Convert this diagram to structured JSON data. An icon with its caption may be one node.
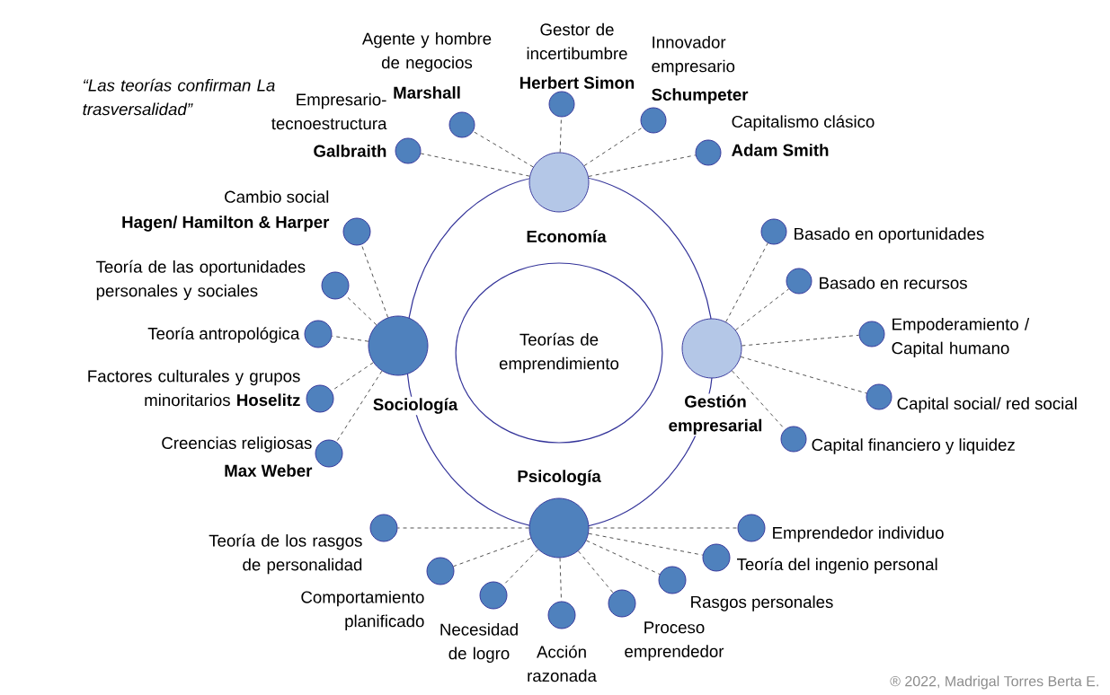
{
  "diagram": {
    "nodes": [
      {
        "text": [
          "Teorías de emprendimiento"
        ]
      },
      {
        "text": [
          "Economía"
        ]
      },
      {
        "text": [],
        "shape": "circle",
        "beside": [
          "Empresario- tecnoestructura",
          "Galbraith"
        ]
      },
      {
        "text": [],
        "shape": "circle",
        "beside": [
          "Agente y hombre de negocios",
          "Marshall"
        ]
      },
      {
        "text": [],
        "shape": "circle",
        "beside": [
          "Gestor de incertibumbre",
          "Herbert Simon"
        ]
      },
      {
        "text": [],
        "shape": "circle",
        "beside": [
          "Innovador empresario",
          "Schumpeter"
        ]
      },
      {
        "text": [],
        "shape": "circle",
        "beside": [
          "Capitalismo clásico",
          "Adam Smith"
        ]
      },
      {
        "text": [
          "Sociología"
        ]
      },
      {
        "text": [],
        "shape": "circle",
        "beside": [
          "Cambio social",
          "Hagen/ Hamilton & Harper"
        ]
      },
      {
        "text": [],
        "shape": "circle",
        "beside": [
          "Teoría de las oportunidades personales y sociales"
        ]
      },
      {
        "text": [],
        "shape": "circle",
        "beside": [
          "Teoría antropológica"
        ]
      },
      {
        "text": [],
        "shape": "circle",
        "beside": [
          "Factores culturales y grupos minoritarios **Hoselitz**"
        ]
      },
      {
        "text": [],
        "shape": "circle",
        "beside": [
          "Creencias religiosas",
          "Max Weber"
        ]
      },
      {
        "text": [
          "Gestión empresarial"
        ]
      },
      {
        "text": [],
        "shape": "circle",
        "beside": [
          "Basado en oportunidades"
        ]
      },
      {
        "text": [],
        "shape": "circle",
        "beside": [
          "Basado en recursos"
        ]
      },
      {
        "text": [],
        "shape": "circle",
        "beside": [
          "Empoderamiento / Capital humano"
        ]
      },
      {
        "text": [],
        "shape": "circle",
        "beside": [
          "Capital social/ red social"
        ]
      },
      {
        "text": [],
        "shape": "circle",
        "beside": [
          "Capital financiero y liquidez"
        ]
      },
      {
        "text": [
          "Psicología"
        ]
      },
      {
        "text": [],
        "shape": "circle",
        "beside": [
          "Teoría de los rasgos de personalidad"
        ]
      },
      {
        "text": [],
        "shape": "circle",
        "beside": [
          "Comportamiento planificado"
        ]
      },
      {
        "text": [],
        "shape": "circle",
        "beside": [
          "Necesidad de logro"
        ]
      },
      {
        "text": [],
        "shape": "circle",
        "beside": [
          "Acción razonada"
        ]
      },
      {
        "text": [],
        "shape": "circle",
        "beside": [
          "Proceso emprendedor"
        ]
      },
      {
        "text": [],
        "shape": "circle",
        "beside": [
          "Rasgos personales"
        ]
      },
      {
        "text": [],
        "shape": "circle",
        "beside": [
          "Teoría del ingenio personal"
        ]
      },
      {
        "text": [],
        "shape": "circle",
        "beside": [
          "Emprendedor individuo"
        ]
      }
    ],
    "edges": [
      {
        "from": 1,
        "to": 2,
        "arrow": "none",
        "style": "dashed"
      },
      {
        "from": 1,
        "to": 3,
        "arrow": "none",
        "style": "dashed"
      },
      {
        "from": 1,
        "to": 4,
        "arrow": "none",
        "style": "dashed"
      },
      {
        "from": 1,
        "to": 5,
        "arrow": "none",
        "style": "dashed"
      },
      {
        "from": 1,
        "to": 6,
        "arrow": "none",
        "style": "dashed"
      },
      {
        "from": 7,
        "to": 8,
        "arrow": "none",
        "style": "dashed"
      },
      {
        "from": 7,
        "to": 9,
        "arrow": "none",
        "style": "dashed"
      },
      {
        "from": 7,
        "to": 10,
        "arrow": "none",
        "style": "dashed"
      },
      {
        "from": 7,
        "to": 11,
        "arrow": "none",
        "style": "dashed"
      },
      {
        "from": 7,
        "to": 12,
        "arrow": "none",
        "style": "dashed"
      },
      {
        "from": 13,
        "to": 14,
        "arrow": "none",
        "style": "dashed"
      },
      {
        "from": 13,
        "to": 15,
        "arrow": "none",
        "style": "dashed"
      },
      {
        "from": 13,
        "to": 16,
        "arrow": "none",
        "style": "dashed"
      },
      {
        "from": 13,
        "to": 17,
        "arrow": "none",
        "style": "dashed"
      },
      {
        "from": 13,
        "to": 18,
        "arrow": "none",
        "style": "dashed"
      },
      {
        "from": 19,
        "to": 20,
        "arrow": "none",
        "style": "dashed"
      },
      {
        "from": 19,
        "to": 21,
        "arrow": "none",
        "style": "dashed"
      },
      {
        "from": 19,
        "to": 22,
        "arrow": "none",
        "style": "dashed"
      },
      {
        "from": 19,
        "to": 23,
        "arrow": "none",
        "style": "dashed"
      },
      {
        "from": 19,
        "to": 24,
        "arrow": "none",
        "style": "dashed"
      },
      {
        "from": 19,
        "to": 25,
        "arrow": "none",
        "style": "dashed"
      },
      {
        "from": 19,
        "to": 26,
        "arrow": "none",
        "style": "dashed"
      },
      {
        "from": 19,
        "to": 27,
        "arrow": "none",
        "style": "dashed"
      }
    ],
    "labels": [
      "“Las teorías confirman La trasversalidad”",
      "® 2022, Madrigal Torres Berta E."
    ]
  }
}
